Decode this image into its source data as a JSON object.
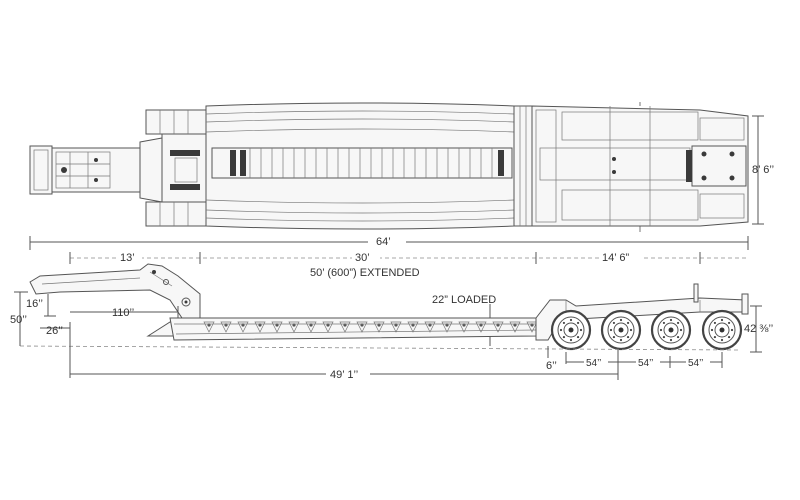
{
  "dimensions": {
    "overall_length": "64’",
    "gooseneck_length": "13’",
    "deck_length": "30’",
    "deck_extended": "50’ (600”) EXTENDED",
    "rear_section_length": "14’ 6”",
    "overall_width": "8’ 6’’",
    "gooseneck_height_low": "16’’",
    "front_height": "50’’",
    "kingpin_setback": "26’’",
    "swing_clearance": "110’’",
    "loaded_deck_height": "22” LOADED",
    "rear_deck_height": "42 ⅜’’",
    "axle_offset": "6’’",
    "axle_spacing_1": "54’’",
    "axle_spacing_2": "54’’",
    "axle_spacing_3": "54’’",
    "kingpin_to_axle": "49’ 1’’"
  },
  "colors": {
    "line": "#555555",
    "text": "#333333",
    "fill": "#f7f7f7"
  }
}
